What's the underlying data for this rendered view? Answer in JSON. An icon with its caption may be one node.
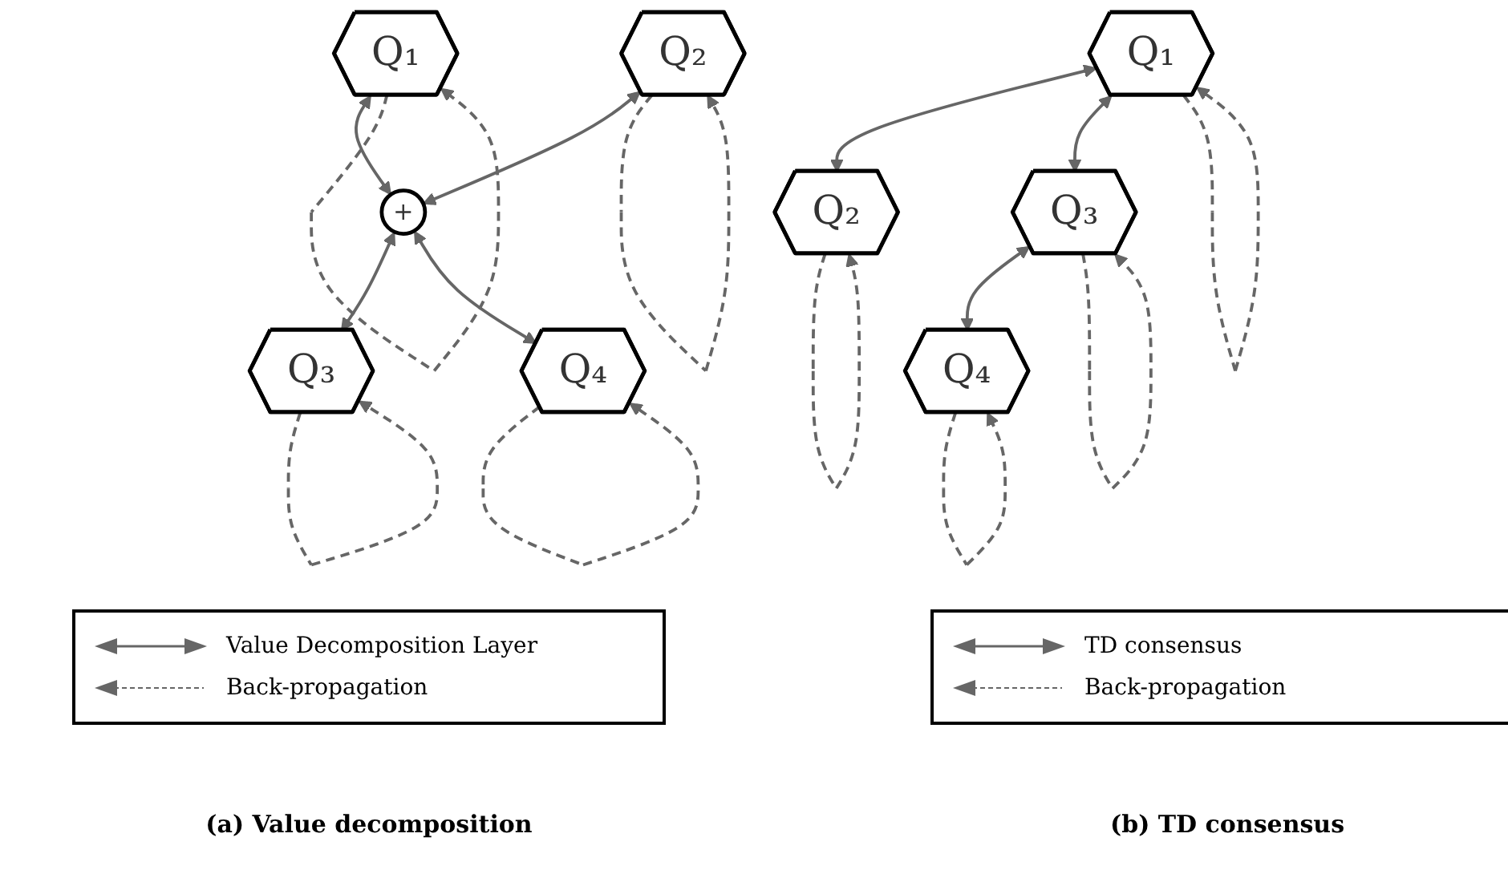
{
  "diagram": {
    "nodes": [
      {
        "text": [
          "Q₁"
        ]
      },
      {
        "text": [
          "Q₂"
        ]
      },
      {
        "text": [
          "+"
        ]
      },
      {
        "text": [
          "Q₃"
        ]
      },
      {
        "text": [
          "Q₄"
        ]
      },
      {
        "text": [
          "Q₁"
        ]
      },
      {
        "text": [
          "Q₂"
        ]
      },
      {
        "text": [
          "Q₃"
        ]
      },
      {
        "text": [
          "Q₄"
        ]
      }
    ],
    "edges": [
      {
        "from": 0,
        "to": 2,
        "arrow": "both"
      },
      {
        "from": 1,
        "to": 2,
        "arrow": "both"
      },
      {
        "from": 2,
        "to": 3,
        "arrow": "both"
      },
      {
        "from": 2,
        "to": 4,
        "arrow": "both"
      },
      {
        "from": 0,
        "to": 0,
        "arrow": "to",
        "style": "dashed"
      },
      {
        "from": 1,
        "to": 1,
        "arrow": "to",
        "style": "dashed"
      },
      {
        "from": 3,
        "to": 3,
        "arrow": "to",
        "style": "dashed"
      },
      {
        "from": 4,
        "to": 4,
        "arrow": "to",
        "style": "dashed"
      },
      {
        "from": 5,
        "to": 6,
        "arrow": "both"
      },
      {
        "from": 5,
        "to": 7,
        "arrow": "both"
      },
      {
        "from": 7,
        "to": 8,
        "arrow": "both"
      },
      {
        "from": 5,
        "to": 5,
        "arrow": "to",
        "style": "dashed"
      },
      {
        "from": 6,
        "to": 6,
        "arrow": "to",
        "style": "dashed"
      },
      {
        "from": 7,
        "to": 7,
        "arrow": "to",
        "style": "dashed"
      },
      {
        "from": 8,
        "to": 8,
        "arrow": "to",
        "style": "dashed"
      }
    ],
    "labels": [
      "(a) Value decomposition",
      "(b) TD consensus"
    ],
    "legend": [
      {
        "text": "Value Decomposition Layer"
      },
      {
        "text": "Back-propagation"
      },
      {
        "text": "TD consensus"
      },
      {
        "text": "Back-propagation"
      }
    ]
  }
}
